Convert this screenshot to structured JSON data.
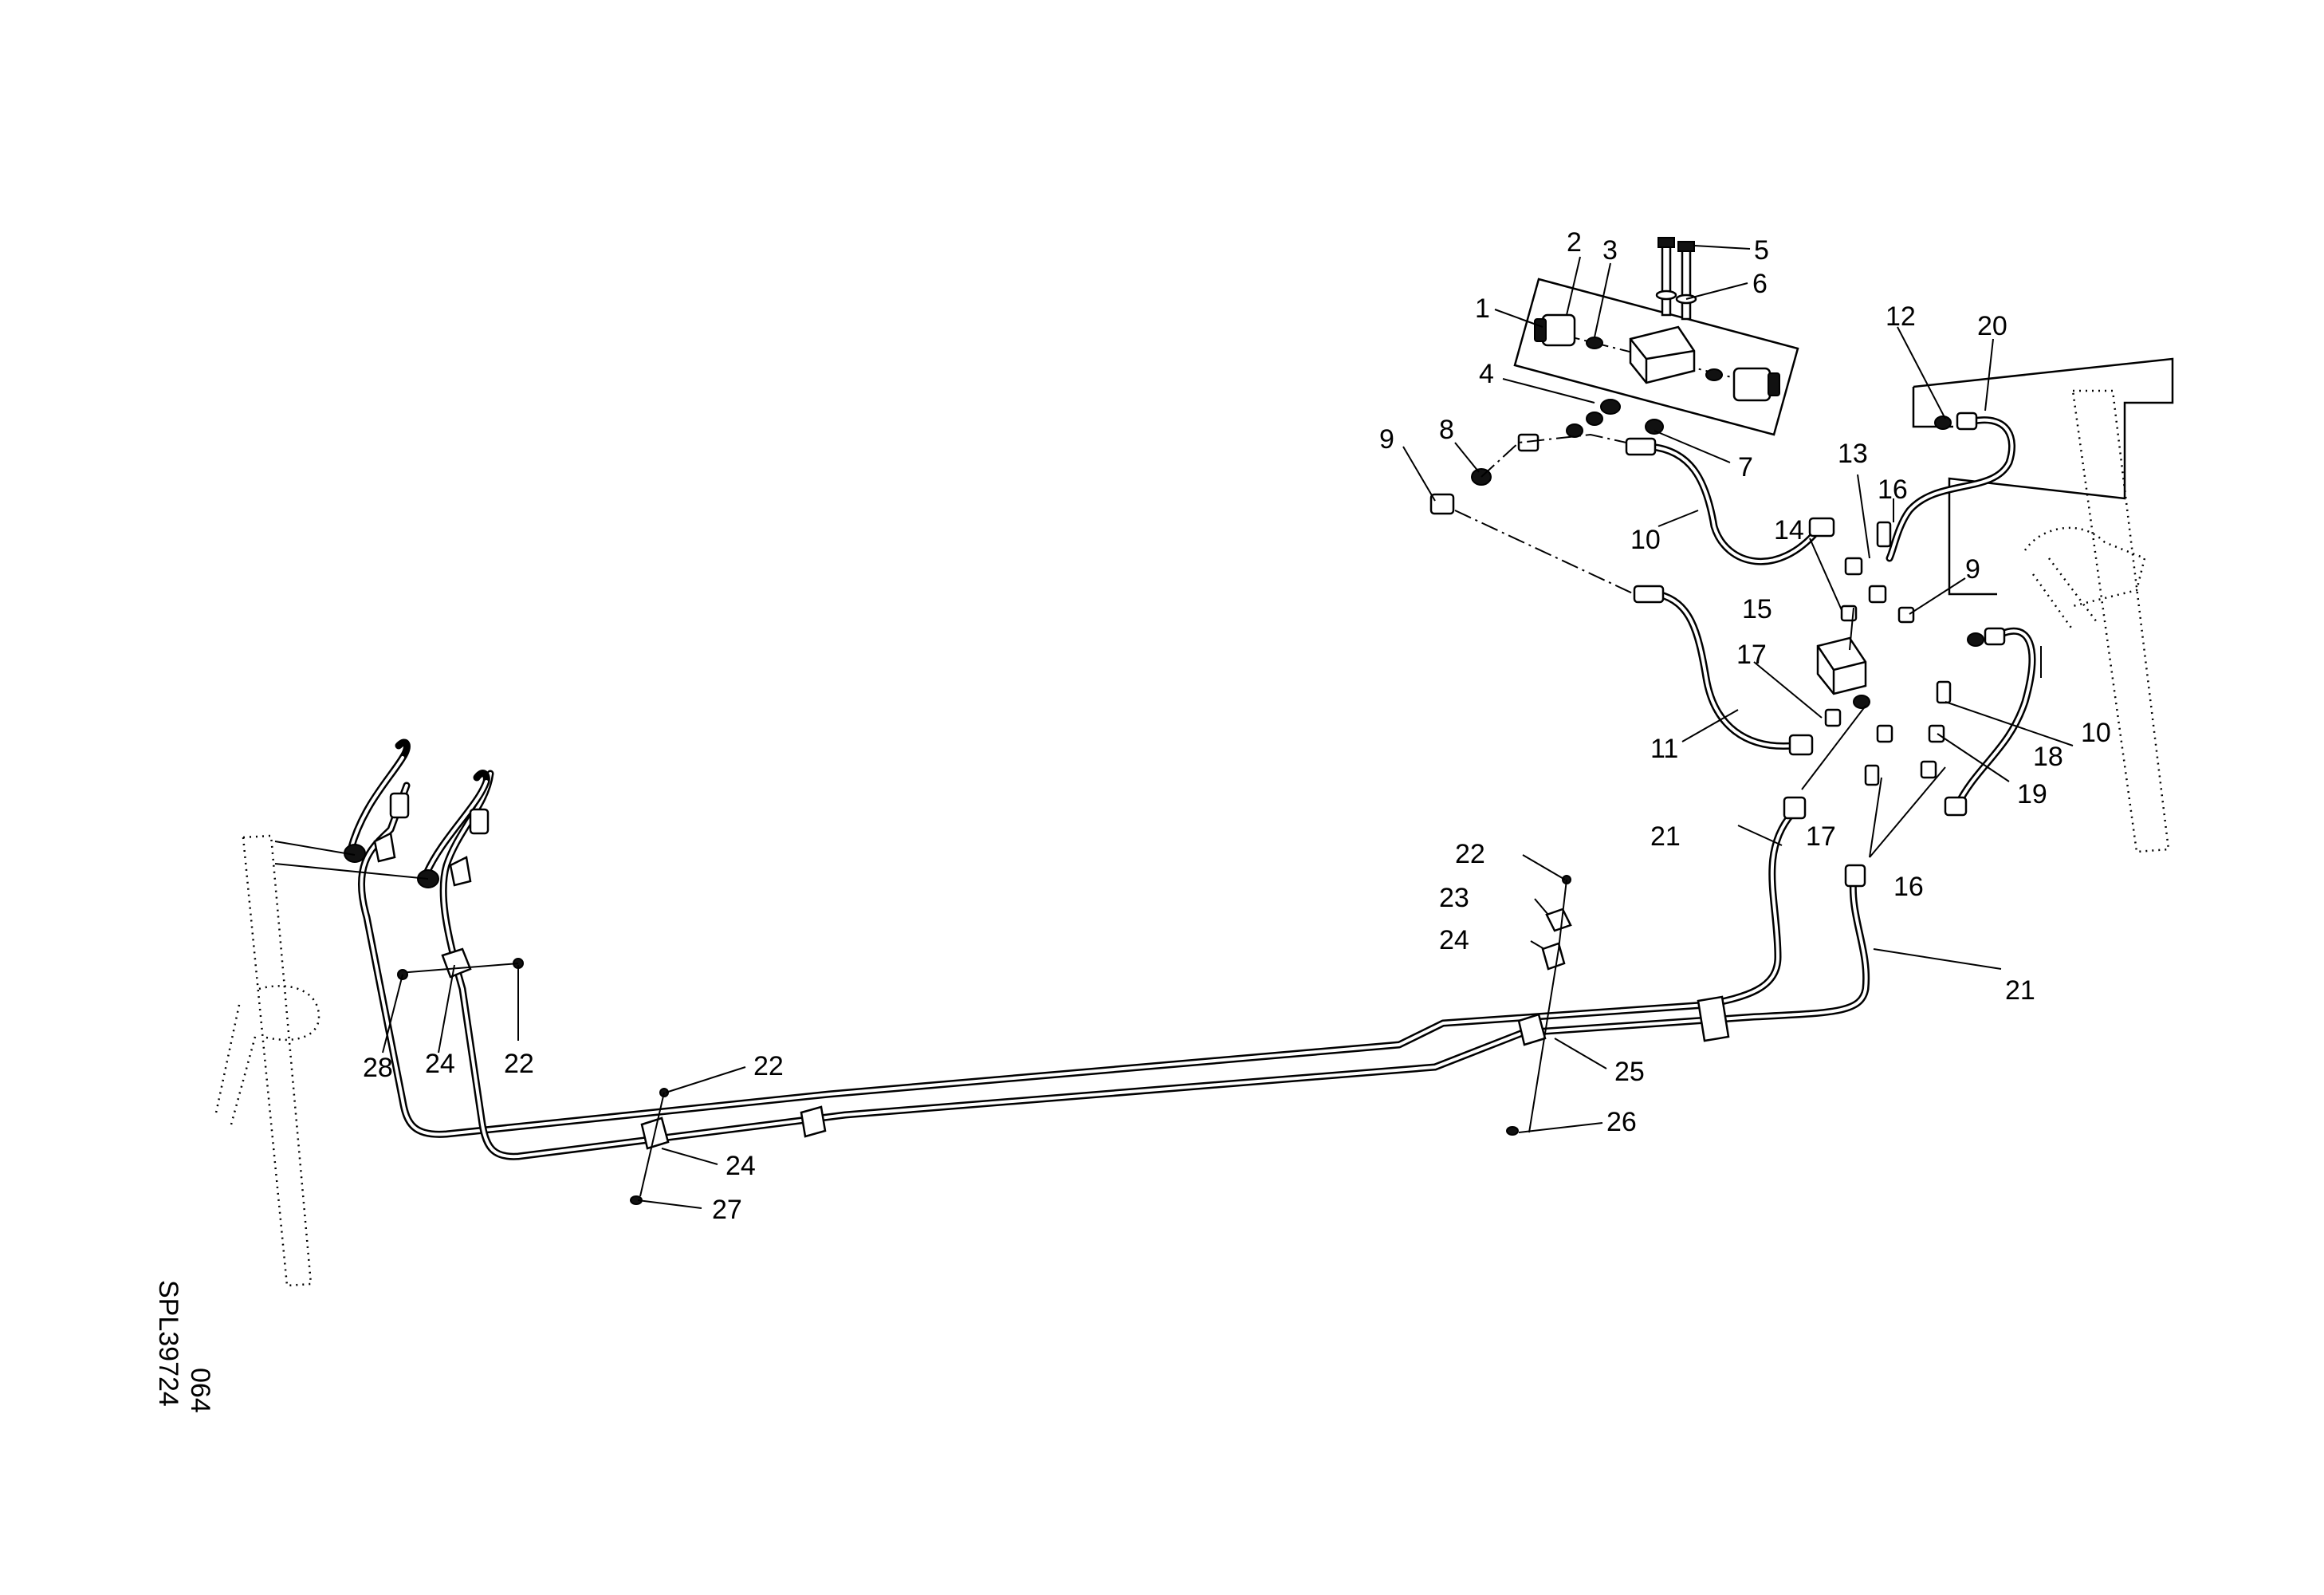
{
  "drawing": {
    "reference": "SPL39724",
    "sheet": "064"
  },
  "callouts": {
    "c1": "1",
    "c2": "2",
    "c3": "3",
    "c4": "4",
    "c5": "5",
    "c6": "6",
    "c7": "7",
    "c8": "8",
    "c9a": "9",
    "c9b": "9",
    "c10a": "10",
    "c10b": "10",
    "c11": "11",
    "c12": "12",
    "c13": "13",
    "c14": "14",
    "c15": "15",
    "c16a": "16",
    "c16b": "16",
    "c17a": "17",
    "c17b": "17",
    "c18": "18",
    "c19": "19",
    "c20": "20",
    "c21a": "21",
    "c21b": "21",
    "c22a": "22",
    "c22b": "22",
    "c22c": "22",
    "c23": "23",
    "c24a": "24",
    "c24b": "24",
    "c24c": "24",
    "c25": "25",
    "c26": "26",
    "c27": "27",
    "c28": "28"
  }
}
